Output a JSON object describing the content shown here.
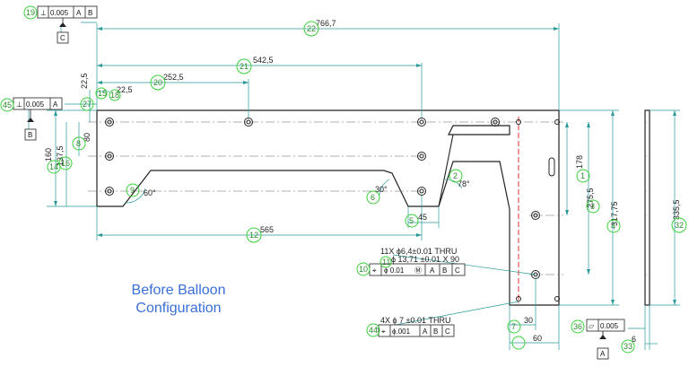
{
  "caption": {
    "line1": "Before Balloon",
    "line2": "Configuration"
  },
  "colors": {
    "dimension_line": "#2a9a9a",
    "balloon": "#39d039",
    "balloon_text": "#2e8b2e",
    "part_outline": "#222222",
    "centerline_red": "#e03030",
    "caption": "#3a6fd8"
  },
  "dimensions": {
    "overall_length": "766,7",
    "length_542": "542,5",
    "length_252": "252,5",
    "offset_22_top": "22,5",
    "offset_22_left": "22,5",
    "dim_160": "160",
    "dim_137": "137,5",
    "dim_80": "80",
    "angle_60": "60°",
    "angle_30": "30°",
    "angle_78": "78°",
    "dim_45": "45",
    "dim_565": "565",
    "dim_178": "178",
    "dim_275": "275,5",
    "dim_317": "317,75",
    "dim_335": "335,5",
    "dim_30": "30",
    "dim_60": "60",
    "dim_6": "6"
  },
  "notes": {
    "hole_11x": "11X ϕ6,4±0.01 THRU",
    "cbore": "ϕ 13,71 ±0.01 X 90",
    "hole_4x": "4X ϕ 7 ±0.01 THRU"
  },
  "fcf": {
    "top_perp": {
      "symbol": "⊥",
      "tol": "0.005",
      "ref1": "A",
      "ref2": "B"
    },
    "datum_c": "C",
    "left_perp": {
      "symbol": "⊥",
      "tol": "0.005",
      "ref1": "A"
    },
    "datum_b": "B",
    "position_11x": {
      "symbol": "⌖",
      "tol": "ϕ 0.01",
      "mod": "Ⓜ",
      "ref1": "A",
      "ref2": "B",
      "ref3": "C"
    },
    "position_4x": {
      "symbol": "⌖",
      "tol": "ϕ.001",
      "ref1": "A",
      "ref2": "B",
      "ref3": "C"
    },
    "flatness": {
      "symbol": "▱",
      "tol": "0.005"
    },
    "datum_a": "A"
  },
  "balloons": {
    "b19": "19",
    "b22": "22",
    "b21": "21",
    "b20": "20",
    "b45": "45",
    "b27": "27",
    "b15": "15",
    "b18": "18",
    "b14": "14",
    "b16": "16",
    "b8": "8",
    "b9": "9",
    "b6": "6",
    "b12": "12",
    "b1": "1",
    "b3": "3",
    "b4": "4",
    "b32": "32",
    "b10": "10",
    "b44": "44",
    "b7": "7",
    "b5": "5",
    "b36": "36",
    "b33": "33",
    "b2": "2",
    "b11": "11"
  }
}
